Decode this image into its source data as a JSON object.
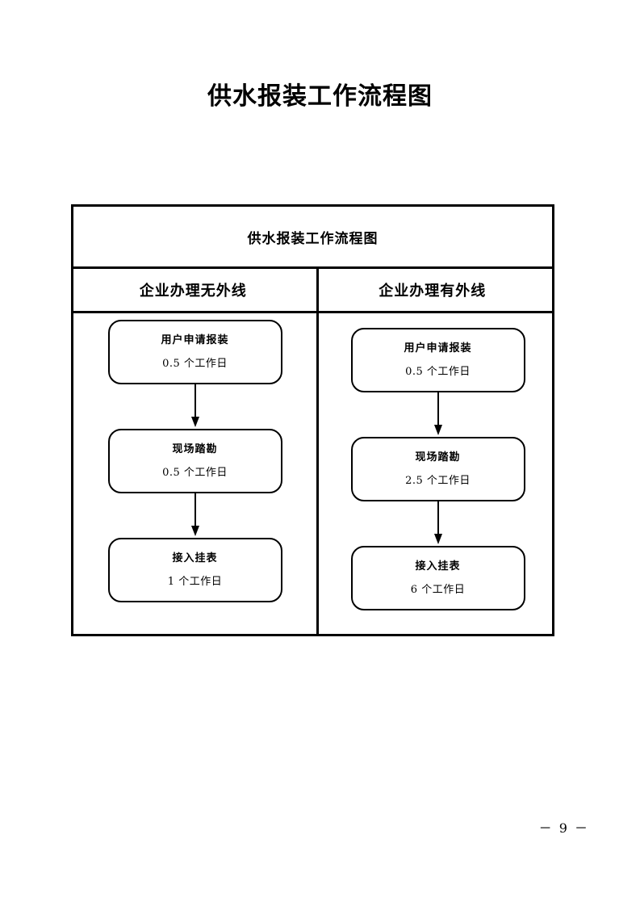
{
  "page": {
    "title": "供水报装工作流程图",
    "page_number": "－ 9 －",
    "background_color": "#ffffff",
    "line_color": "#000000"
  },
  "table": {
    "header_title": "供水报装工作流程图",
    "columns": [
      {
        "header": "企业办理无外线",
        "nodes": [
          {
            "title": "用户申请报装",
            "duration": "0.5 个工作日"
          },
          {
            "title": "现场踏勘",
            "duration": "0.5 个工作日"
          },
          {
            "title": "接入挂表",
            "duration": "1 个工作日"
          }
        ]
      },
      {
        "header": "企业办理有外线",
        "nodes": [
          {
            "title": "用户申请报装",
            "duration": "0.5 个工作日"
          },
          {
            "title": "现场踏勘",
            "duration": "2.5 个工作日"
          },
          {
            "title": "接入挂表",
            "duration": "6 个工作日"
          }
        ]
      }
    ]
  }
}
